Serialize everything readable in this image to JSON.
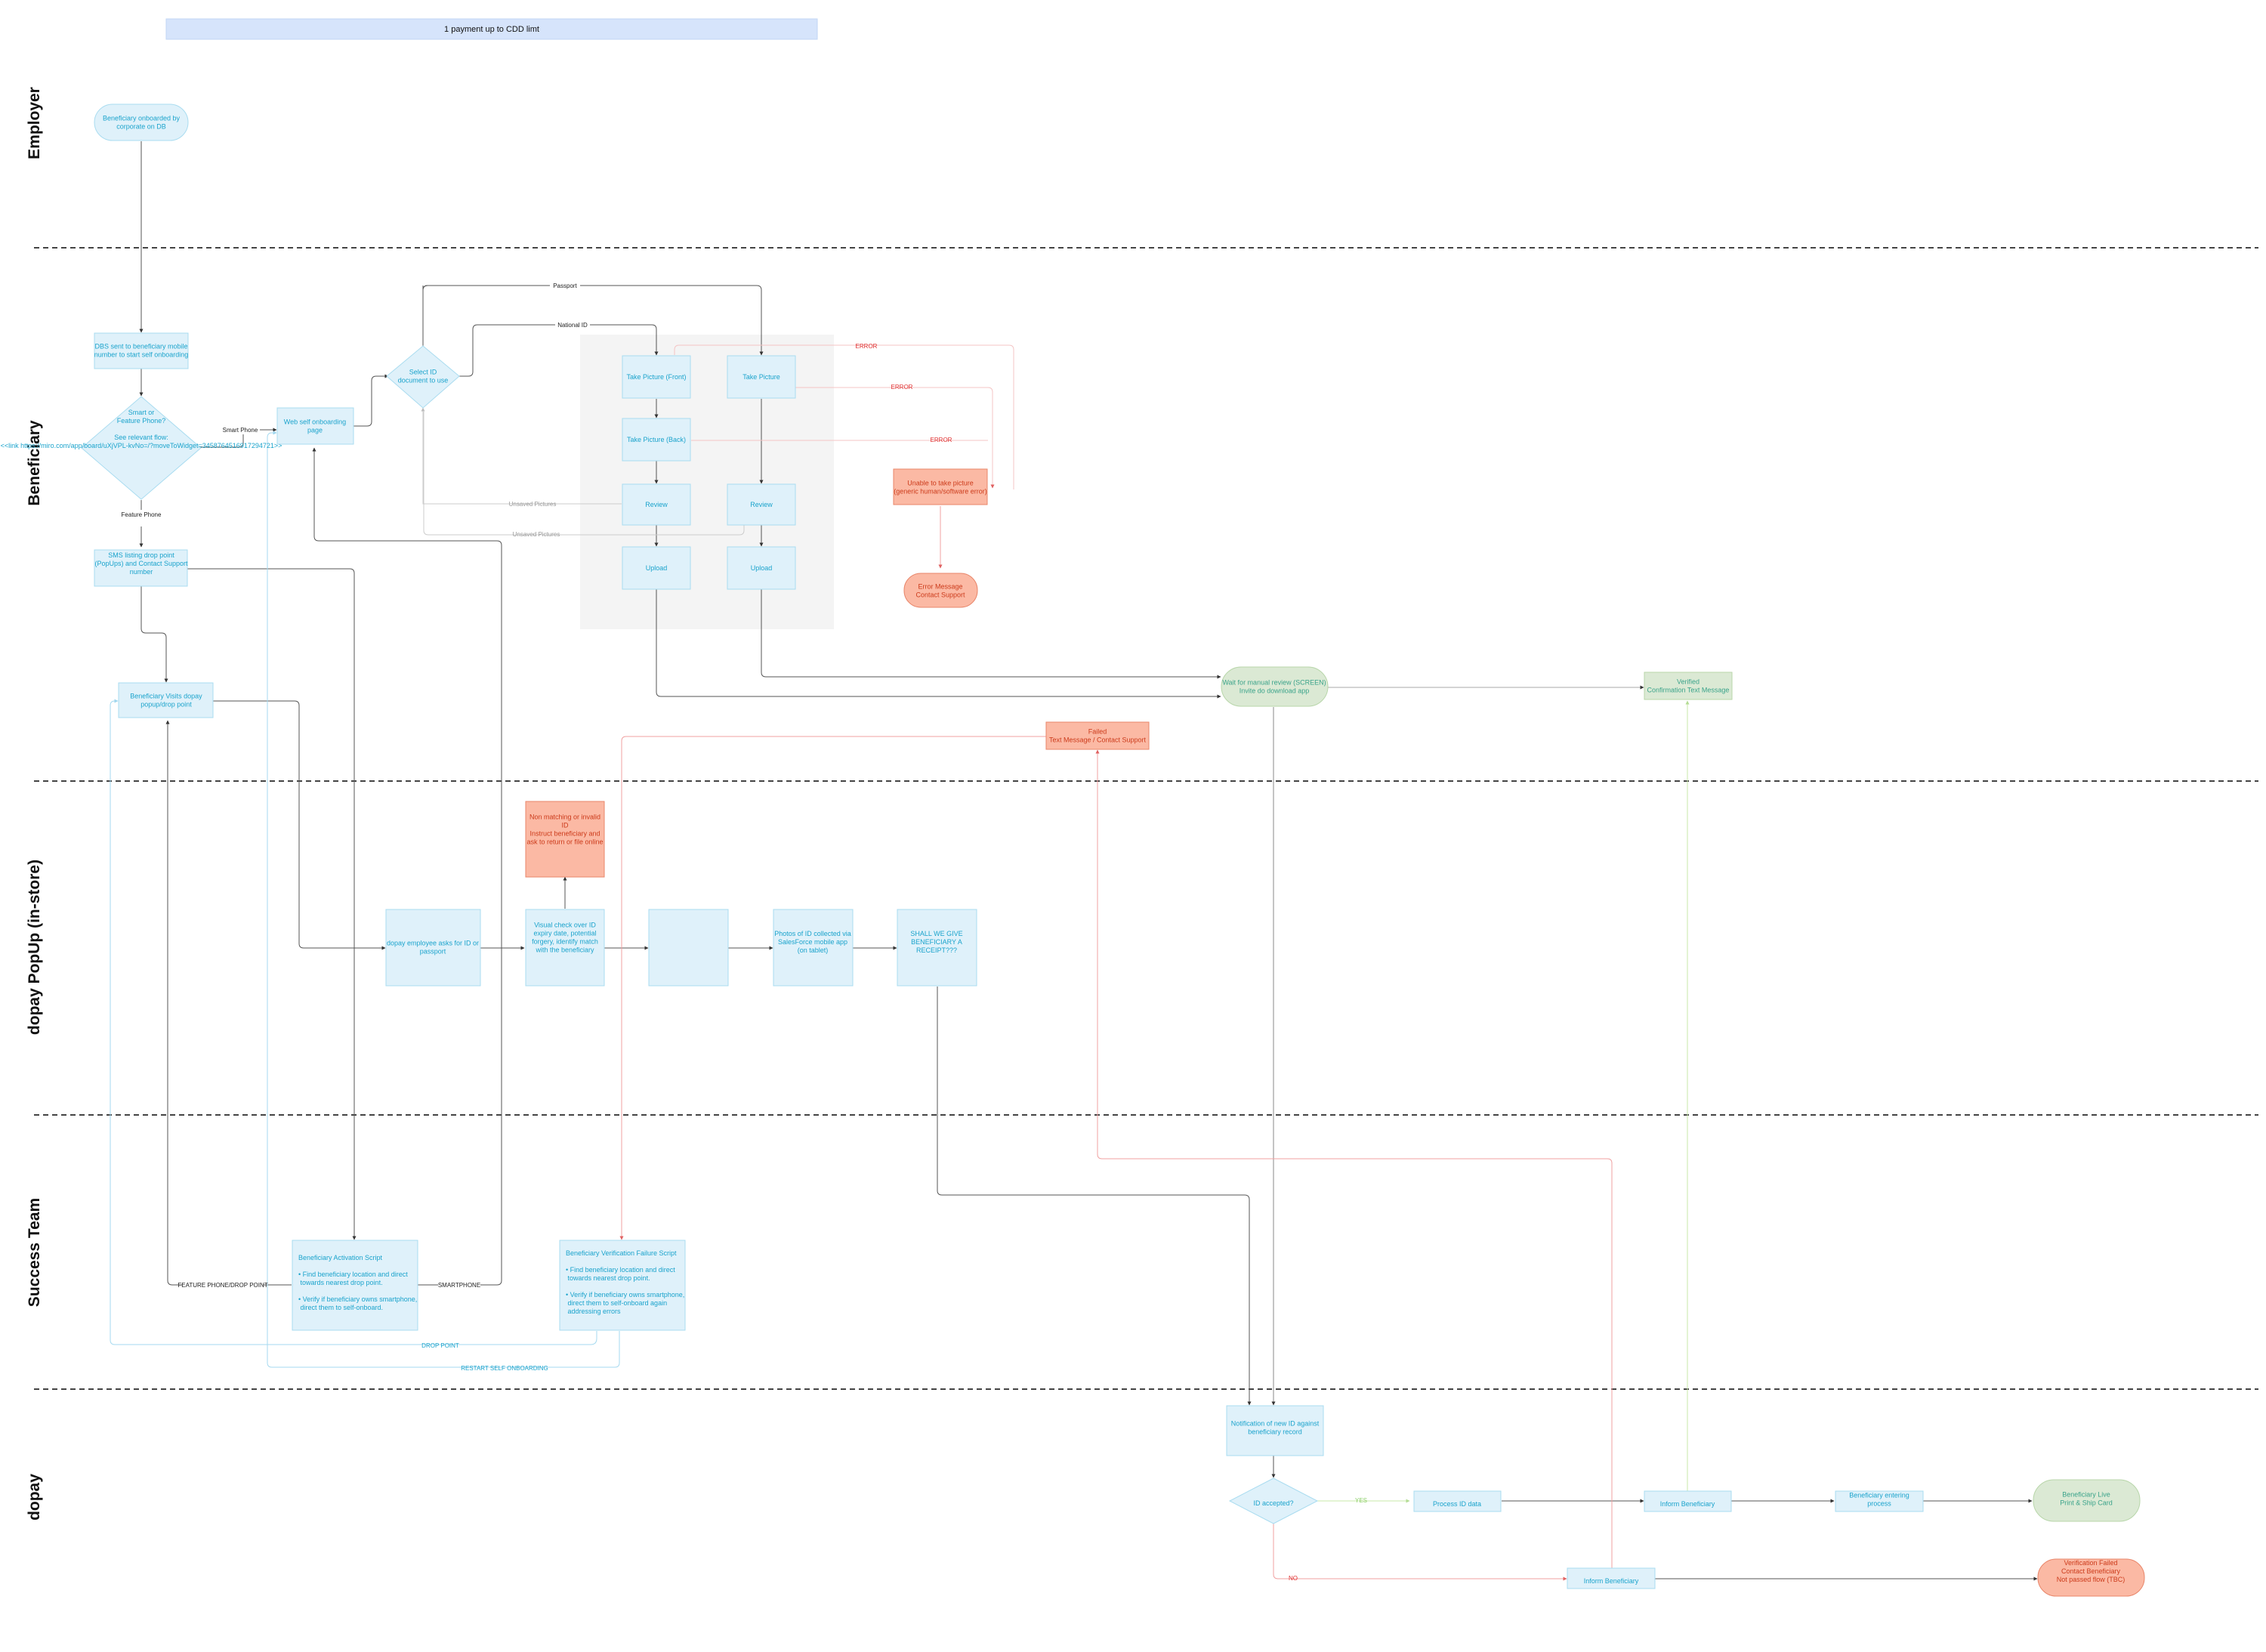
{
  "banner": "1 payment up to CDD limt",
  "lanes": [
    "Employer",
    "Beneficiary",
    "dopay PopUp (in-store)",
    "Success Team",
    "dopay"
  ],
  "colors": {
    "blue_fill": "#dff1fa",
    "blue_stroke": "#a9dcf0",
    "blue_text": "#1aa3cc",
    "red_fill": "#fbb9a4",
    "red_stroke": "#e8866a",
    "red_text": "#cc3a1a",
    "green_fill": "#dbe9d4",
    "green_stroke": "#b8d6aa",
    "green_text": "#3aa38a",
    "banner_fill": "#d6e4fb",
    "group_fill": "#f4f4f4"
  },
  "nodes": {
    "onboarded": {
      "lines": [
        "Beneficiary onboarded by",
        "corporate on DB"
      ]
    },
    "dbs_sent": {
      "lines": [
        "DBS sent to beneficiary mobile",
        "number to start self onboarding"
      ]
    },
    "smart_or_feature": {
      "lines": [
        "Smart or",
        "Feature Phone?",
        "",
        "See relevant flow:",
        "<<link https://miro.com/app/board/uXjVPL-kvNo=/?moveToWidget=3458764516917294721>>"
      ]
    },
    "web_self": {
      "lines": [
        "Web self onboarding",
        "page"
      ]
    },
    "select_id": {
      "lines": [
        "Select ID",
        "document to use"
      ]
    },
    "take_front": {
      "lines": [
        "Take Picture (Front)"
      ]
    },
    "take_back": {
      "lines": [
        "Take Picture (Back)"
      ]
    },
    "review_1": {
      "lines": [
        "Review"
      ]
    },
    "upload_1": {
      "lines": [
        "Upload"
      ]
    },
    "take_passport": {
      "lines": [
        "Take Picture"
      ]
    },
    "review_2": {
      "lines": [
        "Review"
      ]
    },
    "upload_2": {
      "lines": [
        "Upload"
      ]
    },
    "unable_picture": {
      "lines": [
        "Unable to take picture",
        "(generic human/software error)"
      ]
    },
    "error_message": {
      "lines": [
        "Error Message",
        "Contact Support"
      ]
    },
    "sms_drop": {
      "lines": [
        "SMS listing drop point",
        "(PopUps) and Contact Support",
        "number"
      ]
    },
    "visits_popup": {
      "lines": [
        "Beneficiary Visits dopay",
        "popup/drop point"
      ]
    },
    "wait_review": {
      "lines": [
        "Wait for manual review (SCREEN)",
        "Invite do download app"
      ]
    },
    "verified": {
      "lines": [
        "Verified",
        "Confirmation Text Message"
      ]
    },
    "failed": {
      "lines": [
        "Failed",
        "Text Message / Contact Support"
      ]
    },
    "non_matching": {
      "lines": [
        "Non matching or invalid",
        "ID",
        "Instruct beneficiary and",
        "ask to return or file online"
      ]
    },
    "employee_asks": {
      "lines": [
        "dopay employee asks for ID or",
        "passport"
      ]
    },
    "visual_check": {
      "lines": [
        "Visual check over ID",
        "expiry date, potential",
        "forgery, identify match",
        "with the beneficiary"
      ]
    },
    "blank_box": {
      "lines": []
    },
    "photos_collected": {
      "lines": [
        "Photos of ID collected via",
        "SalesForce mobile app",
        "(on tablet)"
      ]
    },
    "shall_we": {
      "lines": [
        "SHALL WE GIVE",
        "BENEFICIARY A",
        "RECEIPT???"
      ]
    },
    "activation_script": {
      "lines": [
        "Beneficiary Activation Script",
        "",
        "•  Find beneficiary location and direct",
        "   towards nearest drop point.",
        "",
        "•  Verify if beneficiary owns smartphone,",
        "   direct them to self-onboard."
      ]
    },
    "failure_script": {
      "lines": [
        "Beneficiary Verification Failure Script",
        "",
        "•  Find beneficiary location and direct",
        "   towards nearest drop point.",
        "",
        "•  Verify if beneficiary owns smartphone,",
        "   direct them to self-onboard again",
        "   addressing errors"
      ]
    },
    "notification": {
      "lines": [
        "Notification of new ID against",
        "beneficiary record"
      ]
    },
    "id_accepted": {
      "lines": [
        "ID accepted?"
      ]
    },
    "process_id": {
      "lines": [
        "Process ID data"
      ]
    },
    "inform_1": {
      "lines": [
        "Inform Beneficiary"
      ]
    },
    "entering_process": {
      "lines": [
        "Beneficiary entering",
        "process"
      ]
    },
    "live": {
      "lines": [
        "Beneficiary Live",
        "Print & Ship Card"
      ]
    },
    "inform_2": {
      "lines": [
        "Inform Beneficiary"
      ]
    },
    "verification_failed": {
      "lines": [
        "Verification Failed",
        "Contact Beneficiary",
        "Not passed flow (TBC)"
      ]
    }
  },
  "edge_labels": {
    "passport": "Passport",
    "national_id": "National ID",
    "smart_phone": "Smart Phone",
    "feature_phone": "Feature\nPhone",
    "error_1": "ERROR",
    "error_2": "ERROR",
    "error_3": "ERROR",
    "unsaved_1": "Unsaved Pictures",
    "unsaved_2": "Unsaved Pictures",
    "feature_drop": "FEATURE PHONE/DROP POINT",
    "smartphone": "SMARTPHONE",
    "drop_point": "DROP POINT",
    "restart": "RESTART SELF ONBOARDING",
    "yes": "YES",
    "no": "NO"
  }
}
